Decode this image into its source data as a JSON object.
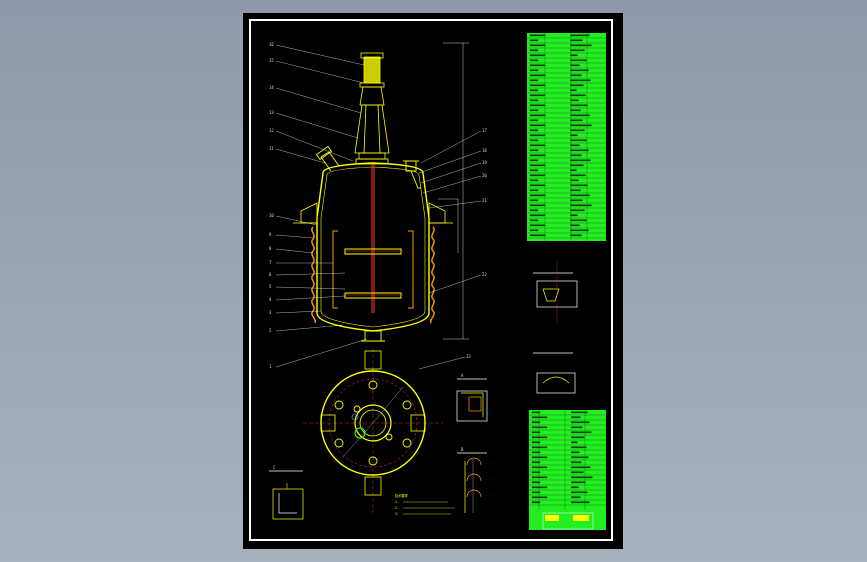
{
  "window": {
    "background": "#98a4b2",
    "sheet_color": "#000000"
  },
  "drawing": {
    "title": "",
    "colors": {
      "vessel": "#ffff00",
      "jacket": "#ff9900",
      "shaft": "#ff3333",
      "leader": "#ffffff",
      "table": "#22ee22",
      "accent": "#3399ff"
    },
    "callouts_left": [
      "16",
      "15",
      "14",
      "13",
      "12",
      "11",
      "10",
      "9",
      "8",
      "7",
      "6",
      "5",
      "4",
      "3",
      "2",
      "1"
    ],
    "callouts_right": [
      "17",
      "18",
      "19",
      "20",
      "21",
      "22",
      "23"
    ],
    "section_labels": [
      "A",
      "B",
      "C"
    ],
    "notes": [
      "技术要求",
      "1.",
      "2.",
      "3."
    ],
    "title_block": {
      "name": "",
      "scale": ""
    }
  }
}
